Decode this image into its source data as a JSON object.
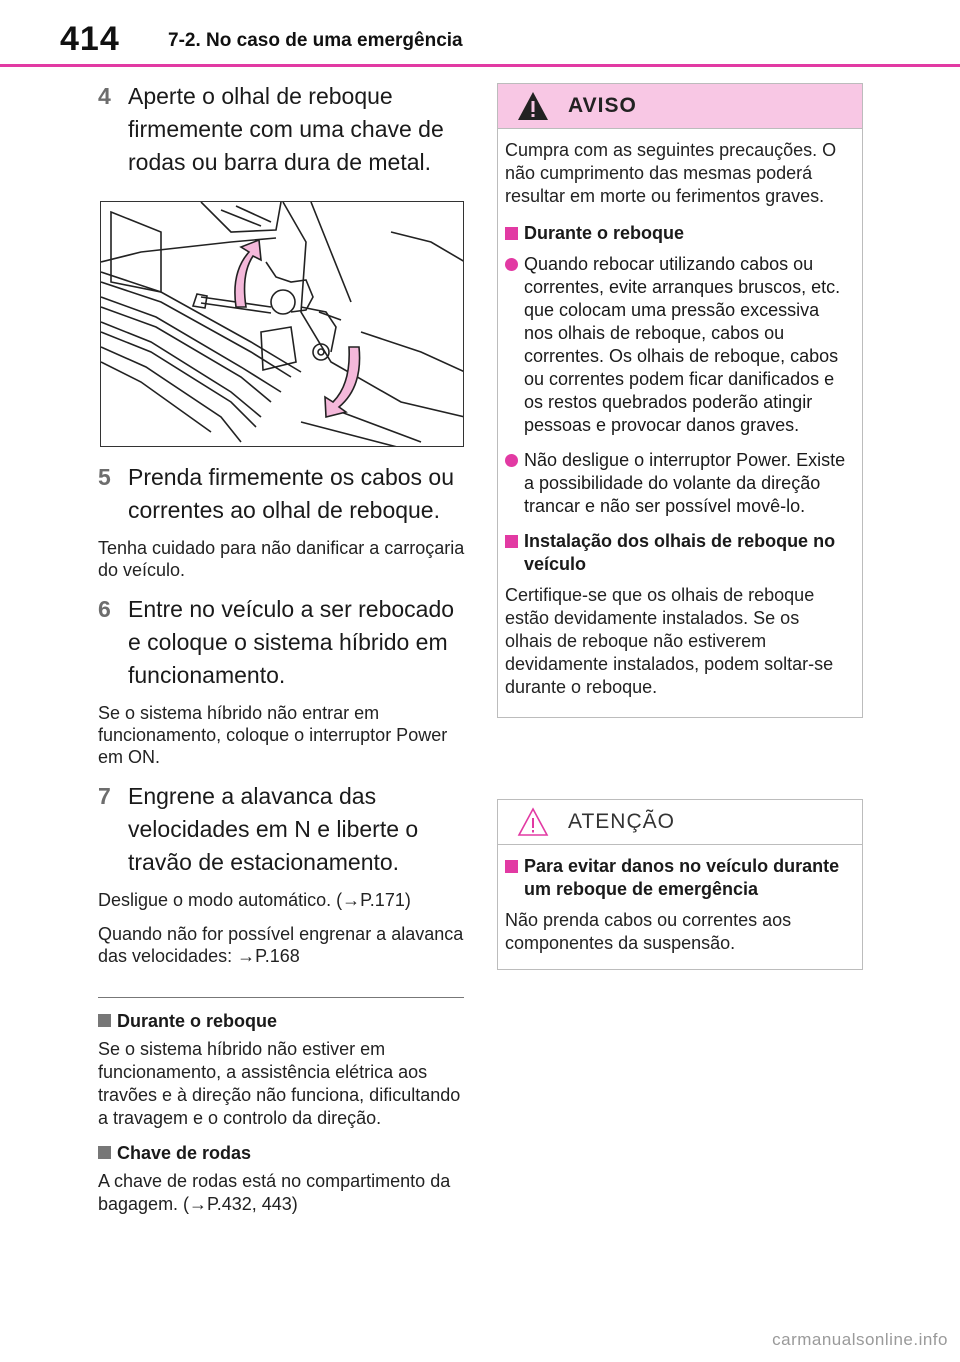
{
  "header": {
    "page_number": "414",
    "section": "7-2. No caso de uma emergência"
  },
  "left": {
    "step4": {
      "num": "4",
      "text": "Aperte o olhal de reboque firmemente com uma chave de rodas ou barra dura de metal."
    },
    "step5": {
      "num": "5",
      "text": "Prenda firmemente os cabos ou correntes ao olhal de reboque."
    },
    "note5": "Tenha cuidado para não danificar a carroçaria do veículo.",
    "step6": {
      "num": "6",
      "text": "Entre no veículo a ser rebocado e coloque o sistema híbrido em funcionamento."
    },
    "note6": "Se o sistema híbrido não entrar em funcionamento, coloque o interruptor Power em ON.",
    "step7": {
      "num": "7",
      "text": "Engrene a alavanca das velocidades em N e liberte o travão de estacionamento."
    },
    "note7a": "Desligue o modo automático. (→P.171)",
    "note7b": "Quando não for possível engrenar a alavanca das velocidades: →P.168",
    "sub1": {
      "title": "Durante o reboque",
      "text": "Se o sistema híbrido não estiver em funcionamento, a assistência elétrica aos travões e à direção não funciona, dificultando a travagem e o controlo da direção."
    },
    "sub2": {
      "title": "Chave de rodas",
      "text": "A chave de rodas está no compartimento da bagagem. (→P.432, 443)"
    }
  },
  "warning": {
    "title": "AVISO",
    "intro": "Cumpra com as seguintes precauções. O não cumprimento das mesmas poderá resultar em morte ou ferimentos graves.",
    "sub1": "Durante o reboque",
    "bullet1": "Quando rebocar utilizando cabos ou correntes, evite arranques bruscos, etc. que colocam uma pressão excessiva nos olhais de reboque, cabos ou correntes. Os olhais de reboque, cabos ou correntes podem ficar danificados e os restos quebrados poderão atingir pessoas e provocar danos graves.",
    "bullet2": "Não desligue o interruptor Power. Existe a possibilidade do volante da direção trancar e não ser possível movê-lo.",
    "sub2": "Instalação dos olhais de reboque no veículo",
    "text2": "Certifique-se que os olhais de reboque estão devidamente instalados. Se os olhais de reboque não estiverem devidamente instalados, podem soltar-se durante o reboque."
  },
  "caution": {
    "title": "ATENÇÃO",
    "sub1": "Para evitar danos no veículo durante um reboque de emergência",
    "text1": "Não prenda cabos ou correntes aos componentes da suspensão."
  },
  "footer": {
    "watermark": "carmanualsonline.info"
  },
  "colors": {
    "accent": "#e23aa3",
    "warning_bg": "#f8c7e4"
  }
}
